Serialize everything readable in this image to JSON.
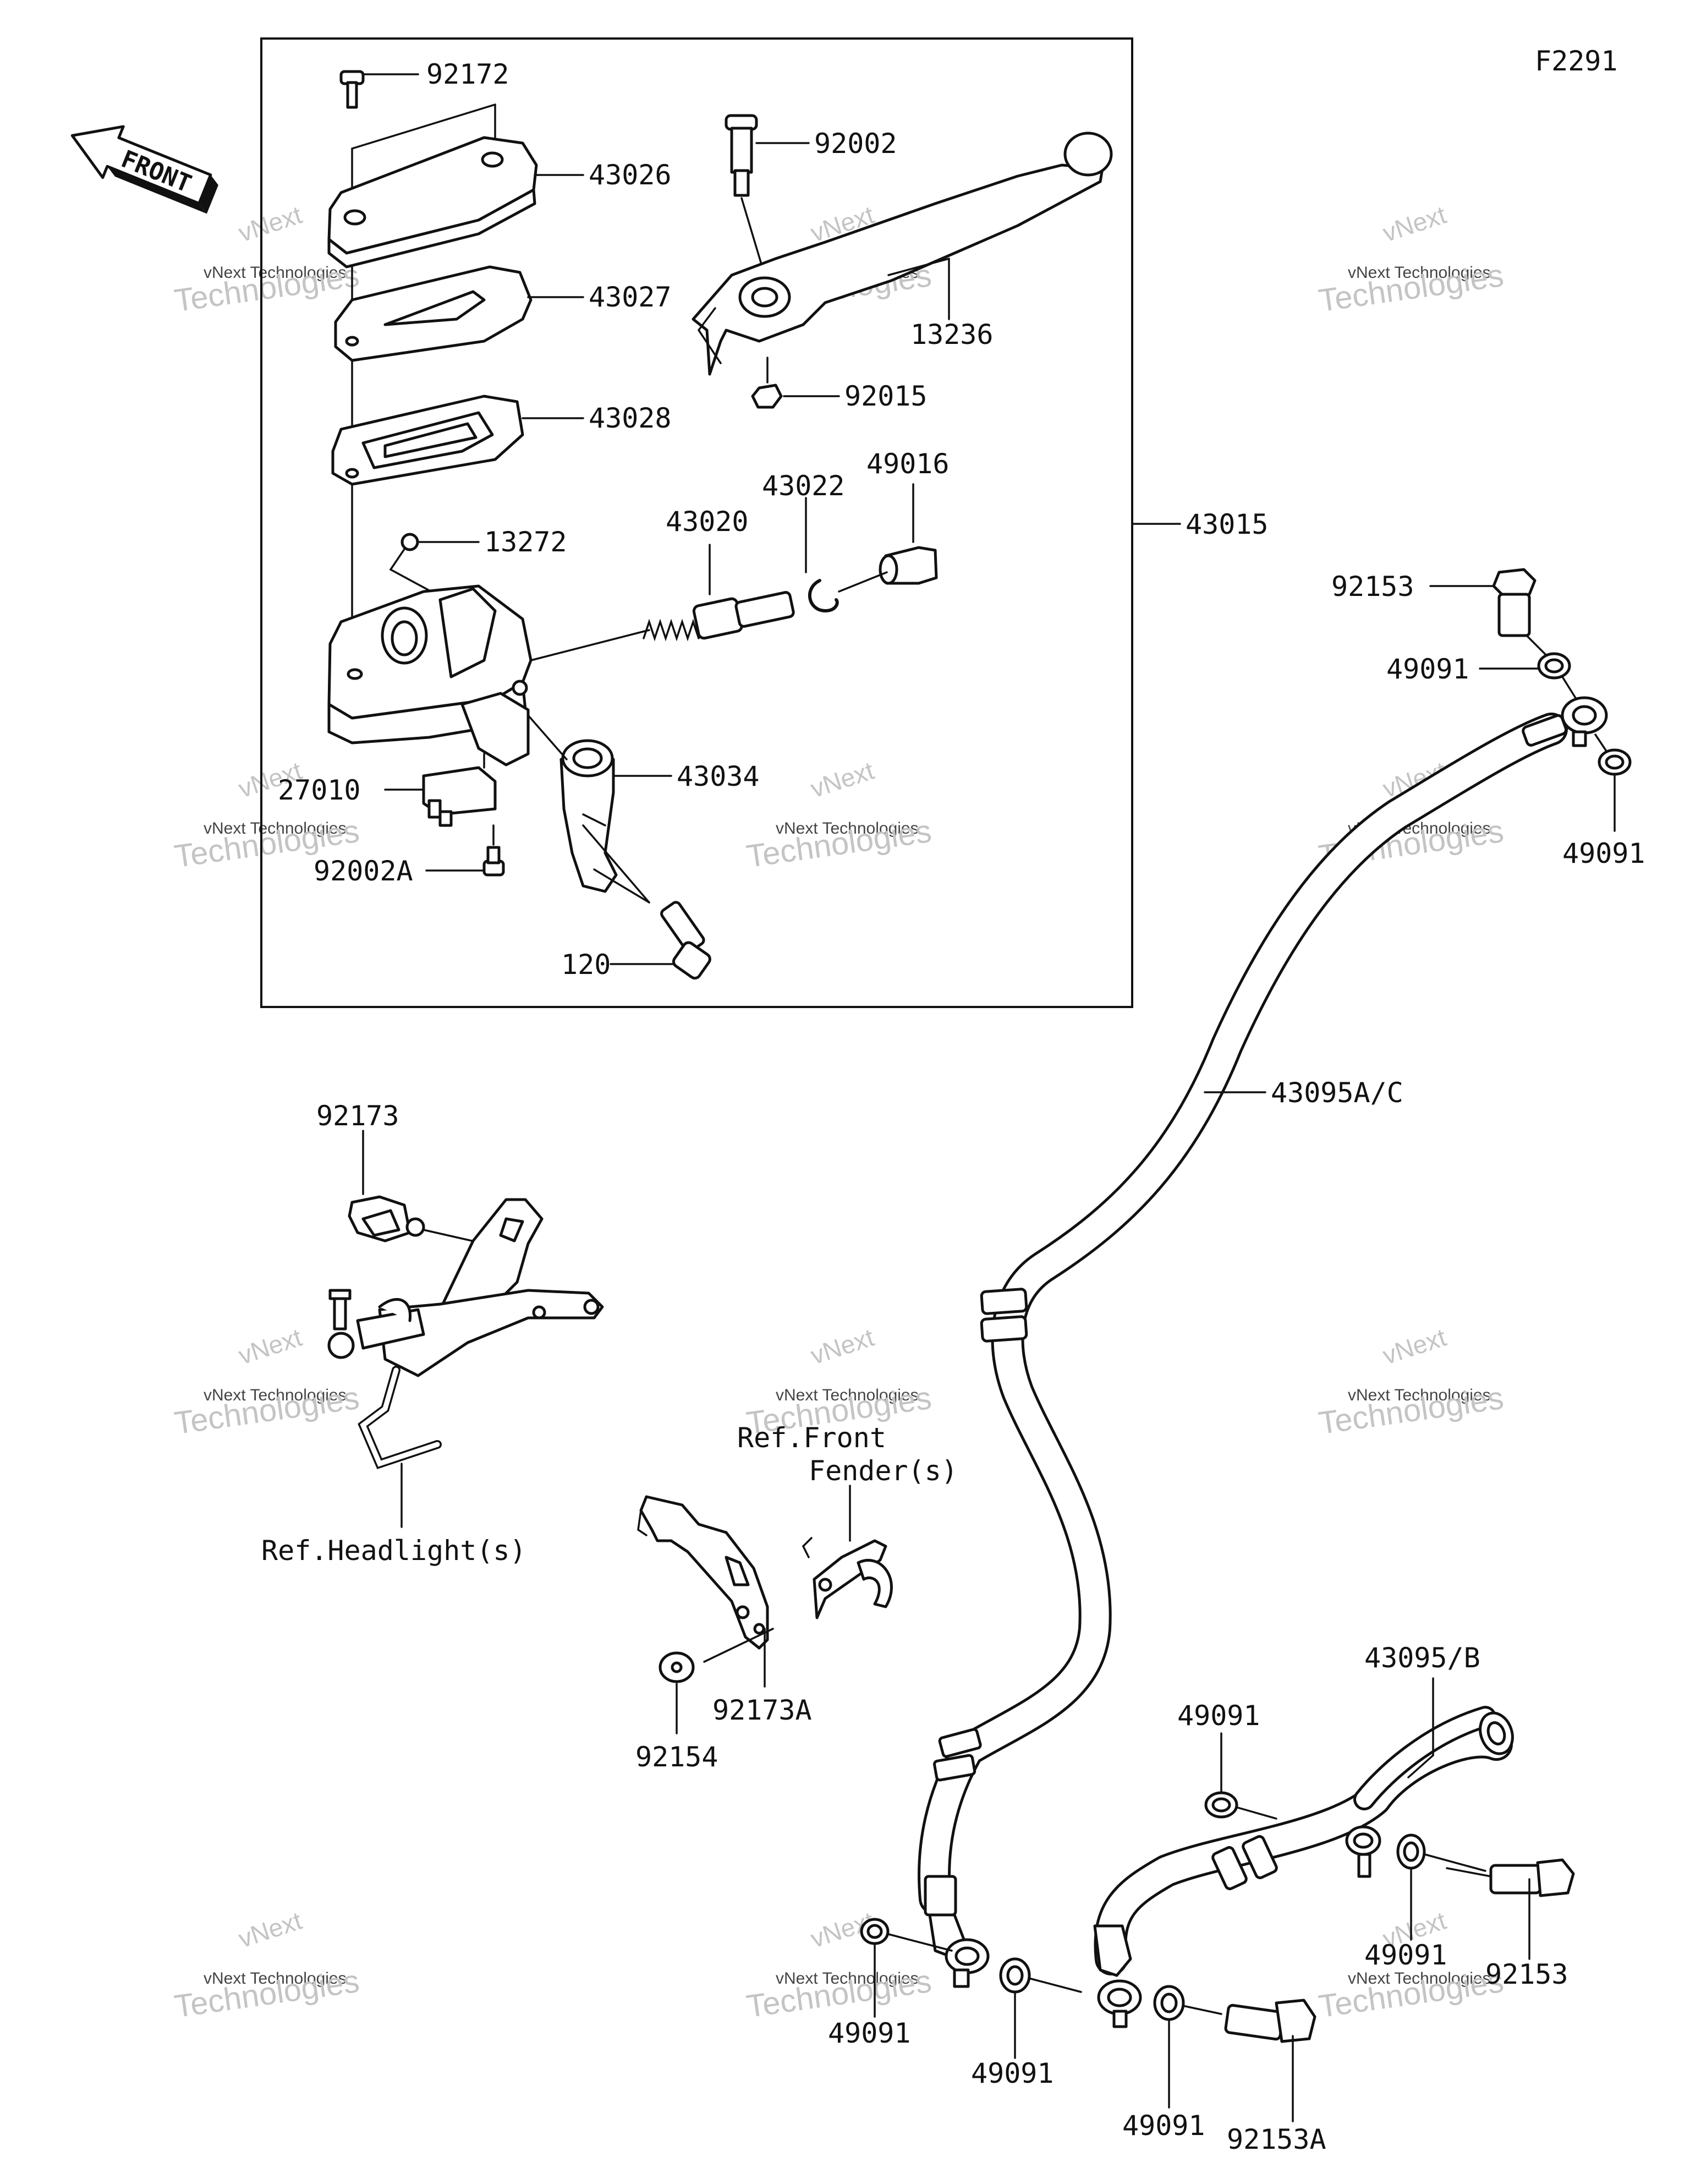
{
  "diagram_code": "F2291",
  "front_arrow_text": "FRONT",
  "watermark": {
    "line1": "vNext",
    "line2": "vNext Technologies",
    "line3": "Technologies"
  },
  "labels": {
    "92172": "92172",
    "43026": "43026",
    "43027": "43027",
    "43028": "43028",
    "13272": "13272",
    "92002": "92002",
    "13236": "13236",
    "92015": "92015",
    "43022": "43022",
    "49016": "49016",
    "43020": "43020",
    "43015": "43015",
    "43034": "43034",
    "27010": "27010",
    "92002A": "92002A",
    "120": "120",
    "92153_top": "92153",
    "49091_top": "49091",
    "49091_right": "49091",
    "43095AC": "43095A/C",
    "92173": "92173",
    "ref_headlight": "Ref.Headlight(s)",
    "ref_front_1": "Ref.Front",
    "ref_front_2": "Fender(s)",
    "92173A": "92173A",
    "92154": "92154",
    "43095B": "43095/B",
    "49091_b1": "49091",
    "49091_b2": "49091",
    "49091_b3": "49091",
    "49091_b4": "49091",
    "49091_b5": "49091",
    "92153_bottom": "92153",
    "92153A": "92153A"
  }
}
